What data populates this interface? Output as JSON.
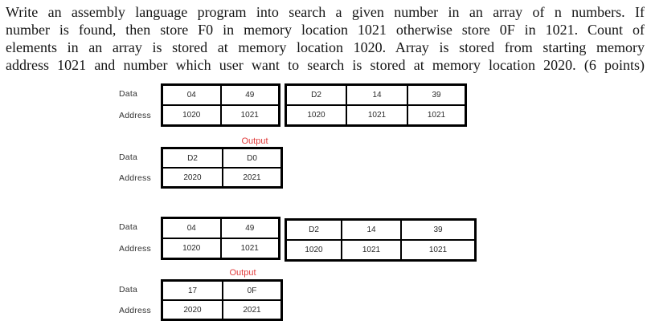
{
  "question": {
    "lines": [
      "Write an assembly language program into search a given number in an array of n numbers. If",
      "number is found, then store F0 in memory location 1021 otherwise store 0F in 1021. Count of",
      "elements in an array is stored at memory location 1020. Array is stored from starting memory",
      "address 1021 and number which user want to search is stored at memory location 2020. (6 points)"
    ]
  },
  "labels": {
    "data": "Data",
    "address": "Address",
    "output": "Output"
  },
  "colors": {
    "output_label": "#e03c3c",
    "table_border": "#000000",
    "text": "#151515"
  },
  "tables": {
    "case1": {
      "memory": {
        "block1": {
          "data": [
            "04",
            "49"
          ],
          "address": [
            "1020",
            "1021"
          ]
        },
        "block2": {
          "data": [
            "D2",
            "14",
            "39"
          ],
          "address": [
            "1020",
            "1021",
            "1021"
          ]
        }
      },
      "output": {
        "data": [
          "D2",
          "D0"
        ],
        "address": [
          "2020",
          "2021"
        ]
      }
    },
    "case2": {
      "memory": {
        "block1": {
          "data": [
            "04",
            "49"
          ],
          "address": [
            "1020",
            "1021"
          ]
        },
        "block2": {
          "data": [
            "D2",
            "14",
            "39"
          ],
          "address": [
            "1020",
            "1021",
            "1021"
          ]
        }
      },
      "output": {
        "data": [
          "17",
          "0F"
        ],
        "address": [
          "2020",
          "2021"
        ]
      }
    }
  }
}
